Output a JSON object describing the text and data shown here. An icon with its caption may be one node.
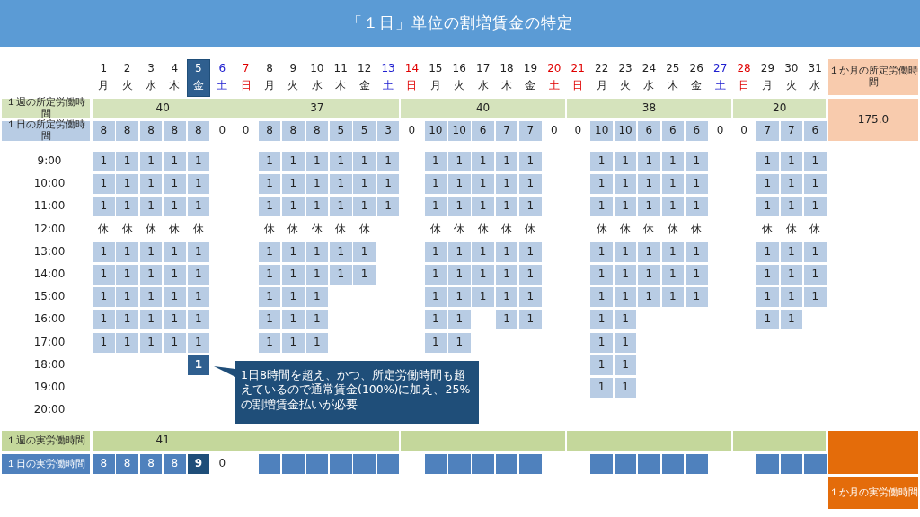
{
  "diagram": {
    "title": "「１日」単位の割増賃金の特定",
    "labels": [
      "1",
      "月",
      "2",
      "火",
      "3",
      "水",
      "4",
      "木",
      "5",
      "金",
      "6",
      "土",
      "7",
      "日",
      "8",
      "月",
      "9",
      "火",
      "10",
      "水",
      "11",
      "木",
      "12",
      "金",
      "13",
      "土",
      "14",
      "日",
      "15",
      "月",
      "16",
      "火",
      "17",
      "水",
      "18",
      "木",
      "19",
      "金",
      "20",
      "土",
      "21",
      "日",
      "22",
      "月",
      "23",
      "火",
      "24",
      "水",
      "25",
      "木",
      "26",
      "金",
      "27",
      "土",
      "28",
      "日",
      "29",
      "月",
      "30",
      "火",
      "31",
      "水",
      "１か月の所定労働時間",
      "１週の所定労働時間",
      "40",
      "37",
      "40",
      "38",
      "20",
      "175.0",
      "１日の所定労働時間",
      "8",
      "8",
      "8",
      "8",
      "8",
      "0",
      "0",
      "8",
      "8",
      "8",
      "5",
      "5",
      "3",
      "0",
      "10",
      "10",
      "6",
      "7",
      "7",
      "0",
      "0",
      "10",
      "10",
      "6",
      "6",
      "6",
      "0",
      "0",
      "7",
      "7",
      "6",
      "9:00",
      "1",
      "1",
      "1",
      "1",
      "1",
      "1",
      "1",
      "1",
      "1",
      "1",
      "1",
      "1",
      "1",
      "1",
      "1",
      "1",
      "1",
      "1",
      "1",
      "1",
      "1",
      "1",
      "1",
      "1",
      "10:00",
      "1",
      "1",
      "1",
      "1",
      "1",
      "1",
      "1",
      "1",
      "1",
      "1",
      "1",
      "1",
      "1",
      "1",
      "1",
      "1",
      "1",
      "1",
      "1",
      "1",
      "1",
      "1",
      "1",
      "1",
      "11:00",
      "1",
      "1",
      "1",
      "1",
      "1",
      "1",
      "1",
      "1",
      "1",
      "1",
      "1",
      "1",
      "1",
      "1",
      "1",
      "1",
      "1",
      "1",
      "1",
      "1",
      "1",
      "1",
      "1",
      "1",
      "12:00",
      "休",
      "休",
      "休",
      "休",
      "休",
      "休",
      "休",
      "休",
      "休",
      "休",
      "休",
      "休",
      "休",
      "休",
      "休",
      "休",
      "休",
      "休",
      "休",
      "休",
      "休",
      "休",
      "休",
      "13:00",
      "1",
      "1",
      "1",
      "1",
      "1",
      "1",
      "1",
      "1",
      "1",
      "1",
      "1",
      "1",
      "1",
      "1",
      "1",
      "1",
      "1",
      "1",
      "1",
      "1",
      "1",
      "1",
      "1",
      "14:00",
      "1",
      "1",
      "1",
      "1",
      "1",
      "1",
      "1",
      "1",
      "1",
      "1",
      "1",
      "1",
      "1",
      "1",
      "1",
      "1",
      "1",
      "1",
      "1",
      "1",
      "1",
      "1",
      "1",
      "15:00",
      "1",
      "1",
      "1",
      "1",
      "1",
      "1",
      "1",
      "1",
      "1",
      "1",
      "1",
      "1",
      "1",
      "1",
      "1",
      "1",
      "1",
      "1",
      "1",
      "1",
      "1",
      "16:00",
      "1",
      "1",
      "1",
      "1",
      "1",
      "1",
      "1",
      "1",
      "1",
      "1",
      "1",
      "1",
      "1",
      "1",
      "1",
      "1",
      "17:00",
      "1",
      "1",
      "1",
      "1",
      "1",
      "1",
      "1",
      "1",
      "1",
      "1",
      "1",
      "1",
      "18:00",
      "1",
      "1",
      "1",
      "19:00",
      "1",
      "1",
      "20:00",
      "1日8時間を超え、かつ、所定労働時間も超えているので通常賃金(100%)に加え、25%の割増賃金払いが必要",
      "１週の実労働時間",
      "41",
      "１日の実労働時間",
      "8",
      "8",
      "8",
      "8",
      "9",
      "0",
      "１か月の実労働時間"
    ]
  }
}
